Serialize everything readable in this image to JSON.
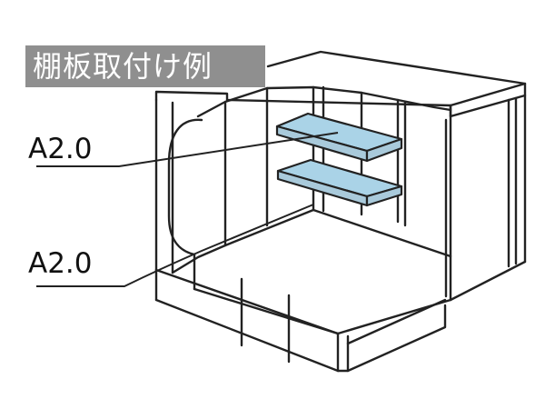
{
  "title": "棚板取付け例",
  "callouts": [
    {
      "label": "A2.0",
      "target": "shelf"
    },
    {
      "label": "A2.0",
      "target": "floor"
    }
  ],
  "colors": {
    "badge": "#8f8f8f",
    "badge_text": "#ffffff",
    "shelf_fill": "#aad3e7",
    "shelf_edge": "#a9cadb",
    "line": "#222222",
    "background": "#ffffff"
  }
}
